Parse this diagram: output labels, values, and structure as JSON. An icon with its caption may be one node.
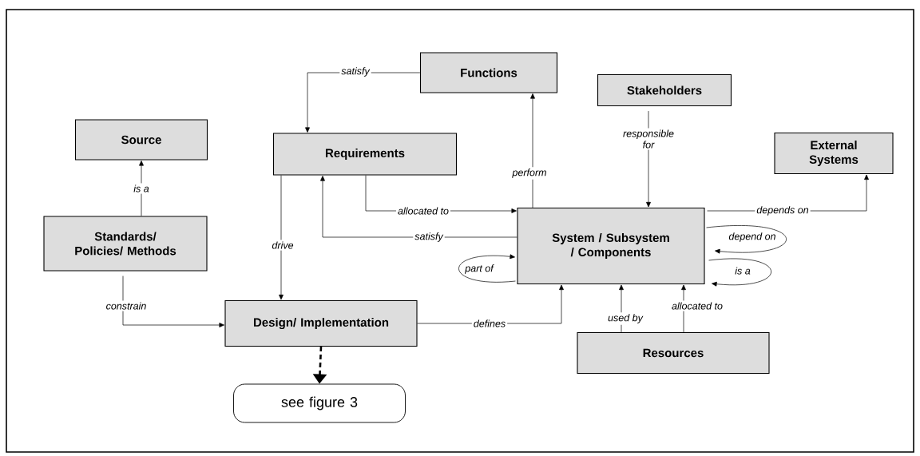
{
  "diagram": {
    "nodes": [
      {
        "text": [
          "Functions"
        ]
      },
      {
        "text": [
          "Stakeholders"
        ]
      },
      {
        "text": [
          "Source"
        ]
      },
      {
        "text": [
          "Requirements"
        ]
      },
      {
        "text": [
          "External Systems"
        ]
      },
      {
        "text": [
          "Standards/ Policies/ Methods"
        ]
      },
      {
        "text": [
          "System / Subsystem / Components"
        ]
      },
      {
        "text": [
          "Design/ Implementation"
        ]
      },
      {
        "text": [
          "Resources"
        ]
      },
      {
        "text": [
          "see figure 3"
        ]
      }
    ],
    "edges": [
      {
        "from": 0,
        "to": 3,
        "arrow": "to",
        "label": "satisfy"
      },
      {
        "from": 5,
        "to": 2,
        "arrow": "to",
        "label": "is a"
      },
      {
        "from": 3,
        "to": 6,
        "arrow": "to",
        "label": "allocated to"
      },
      {
        "from": 6,
        "to": 3,
        "arrow": "to",
        "label": "satisfy"
      },
      {
        "from": 3,
        "to": 7,
        "arrow": "to",
        "label": "drive"
      },
      {
        "from": 5,
        "to": 7,
        "arrow": "to",
        "label": "constrain"
      },
      {
        "from": 6,
        "to": 0,
        "arrow": "to",
        "label": "perform"
      },
      {
        "from": 1,
        "to": 6,
        "arrow": "to",
        "label": "responsible for"
      },
      {
        "from": 6,
        "to": 4,
        "arrow": "to",
        "label": "depends on"
      },
      {
        "from": 6,
        "to": 6,
        "arrow": "to",
        "label": "depend on"
      },
      {
        "from": 6,
        "to": 6,
        "arrow": "to",
        "label": "is a"
      },
      {
        "from": 6,
        "to": 6,
        "arrow": "to",
        "label": "part of"
      },
      {
        "from": 7,
        "to": 6,
        "arrow": "to",
        "label": "defines"
      },
      {
        "from": 8,
        "to": 6,
        "arrow": "to",
        "label": "used by"
      },
      {
        "from": 8,
        "to": 6,
        "arrow": "to",
        "label": "allocated to"
      },
      {
        "from": 7,
        "to": 9,
        "arrow": "to",
        "style": "dashed"
      }
    ]
  }
}
